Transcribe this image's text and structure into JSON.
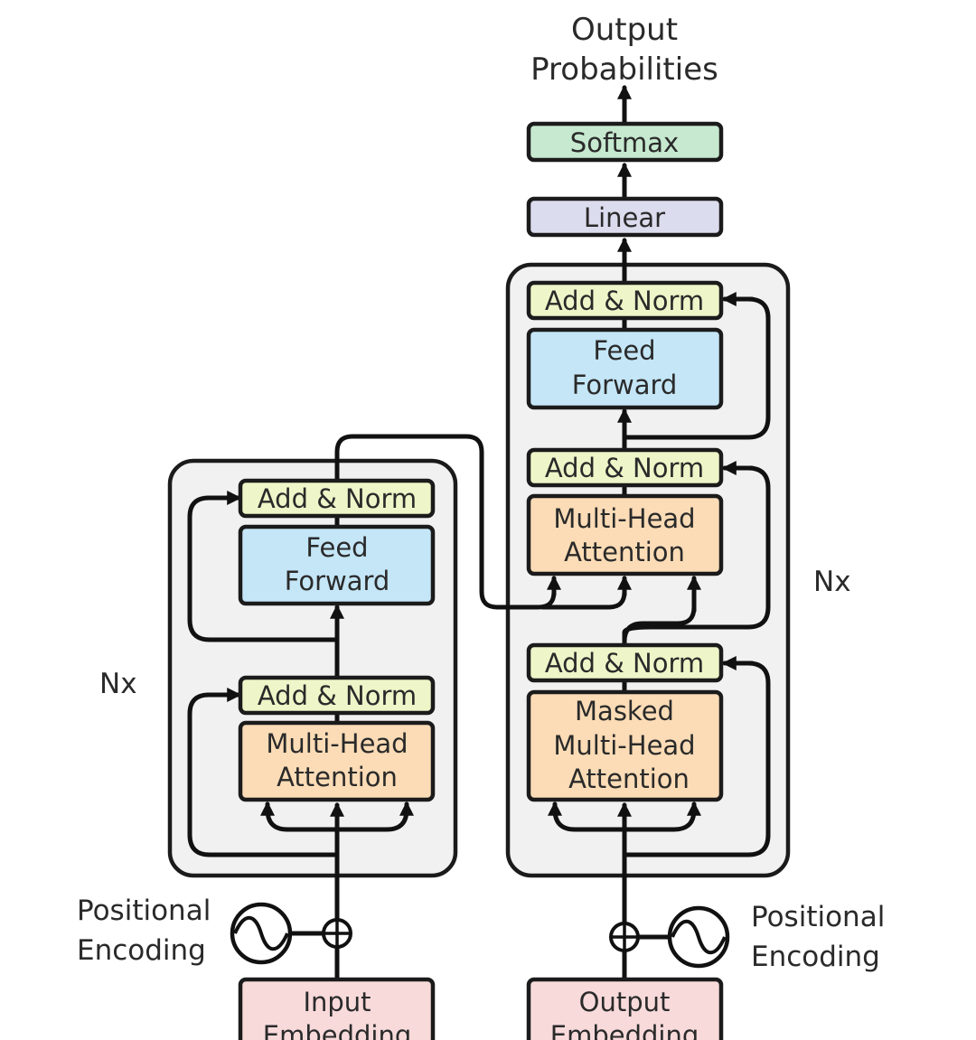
{
  "colors": {
    "add_norm": "#eef5c8",
    "feed_forward": "#c4e6f7",
    "attention": "#fbdcb6",
    "softmax": "#c6e9cf",
    "linear": "#dcdcef",
    "embedding": "#f8dadb",
    "stack_bg": "#f1f1f1"
  },
  "output": {
    "title_line1": "Output",
    "title_line2": "Probabilities"
  },
  "decoder_head": {
    "softmax": "Softmax",
    "linear": "Linear"
  },
  "encoder": {
    "repeat": "Nx",
    "add_norm_top": "Add & Norm",
    "feed_forward_line1": "Feed",
    "feed_forward_line2": "Forward",
    "add_norm_bottom": "Add & Norm",
    "attention_line1": "Multi-Head",
    "attention_line2": "Attention"
  },
  "decoder": {
    "repeat": "Nx",
    "add_norm_top": "Add & Norm",
    "feed_forward_line1": "Feed",
    "feed_forward_line2": "Forward",
    "add_norm_mid": "Add & Norm",
    "cross_attention_line1": "Multi-Head",
    "cross_attention_line2": "Attention",
    "add_norm_bottom": "Add & Norm",
    "masked_attention_line1": "Masked",
    "masked_attention_line2": "Multi-Head",
    "masked_attention_line3": "Attention"
  },
  "positional_encoding_left": {
    "line1": "Positional",
    "line2": "Encoding"
  },
  "positional_encoding_right": {
    "line1": "Positional",
    "line2": "Encoding"
  },
  "input_embedding": {
    "line1": "Input",
    "line2": "Embedding"
  },
  "output_embedding": {
    "line1": "Output",
    "line2": "Embedding"
  }
}
